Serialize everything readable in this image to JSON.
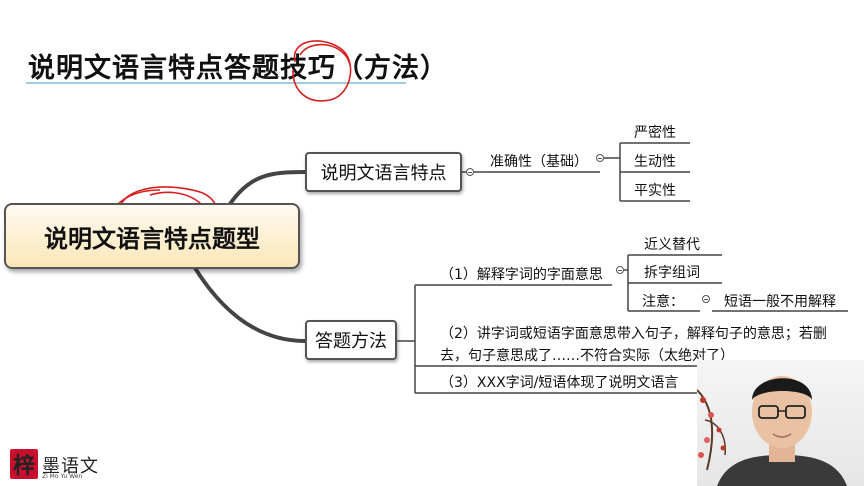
{
  "title": "说明文语言特点答题技巧（方法）",
  "central_topic": "说明文语言特点题型",
  "branch1": {
    "label": "说明文语言特点",
    "child": "准确性（基础）",
    "leaves": [
      "严密性",
      "生动性",
      "平实性"
    ]
  },
  "branch2": {
    "label": "答题方法",
    "item1": "（1）解释字词的字面意思",
    "item1_leaves": [
      "近义替代",
      "拆字组词"
    ],
    "note_label": "注意：",
    "note_leaf": "短语一般不用解释",
    "item2_line1": "（2）讲字词或短语字面意思带入句子，解释句子的意思；若删",
    "item2_line2": "去，句子意思成了……不符合实际（太绝对了）",
    "item3": "（3）XXX字词/短语体现了说明文语言"
  },
  "logo": {
    "glyph": "梓",
    "text": "墨语文",
    "sub": "Zi Mo Yu Wen"
  },
  "colors": {
    "title_underline": "#9ecbe0",
    "annotation_red": "#d61f1f",
    "logo_red": "#c8102e",
    "central_fill": "#fbe7b8"
  }
}
